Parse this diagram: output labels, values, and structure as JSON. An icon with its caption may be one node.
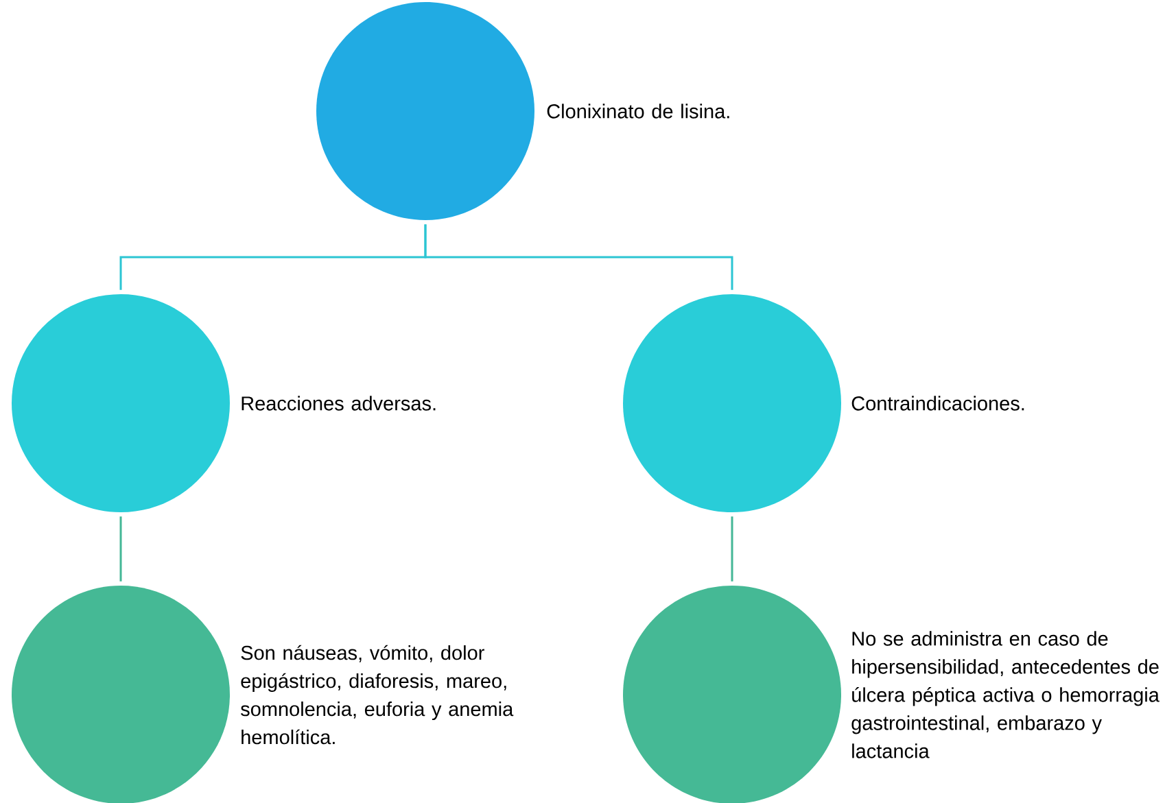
{
  "diagram": {
    "nodes": [
      {
        "text": [],
        "shape": "circle",
        "beside": [
          "Clonixinato de lisina."
        ]
      },
      {
        "text": [],
        "shape": "circle",
        "beside": [
          "Reacciones adversas."
        ]
      },
      {
        "text": [],
        "shape": "circle",
        "beside": [
          "Contraindicaciones."
        ]
      },
      {
        "text": [],
        "shape": "circle",
        "beside": [
          "Son náuseas, vómito, dolor epigástrico, diaforesis, mareo, somnolencia, euforia y anemia hemolítica."
        ]
      },
      {
        "text": [],
        "shape": "circle",
        "beside": [
          "No se administra en caso de hipersensibilidad, antecedentes de úlcera péptica activa o hemorragia gastrointestinal, embarazo y lactancia"
        ]
      }
    ],
    "edges": [
      {
        "from": 0,
        "to": 1,
        "arrow": "none",
        "color": "#2cc5d3"
      },
      {
        "from": 0,
        "to": 2,
        "arrow": "none",
        "color": "#2cc5d3"
      },
      {
        "from": 1,
        "to": 3,
        "arrow": "none",
        "color": "#44b796"
      },
      {
        "from": 2,
        "to": 4,
        "arrow": "none",
        "color": "#44b796"
      }
    ]
  }
}
